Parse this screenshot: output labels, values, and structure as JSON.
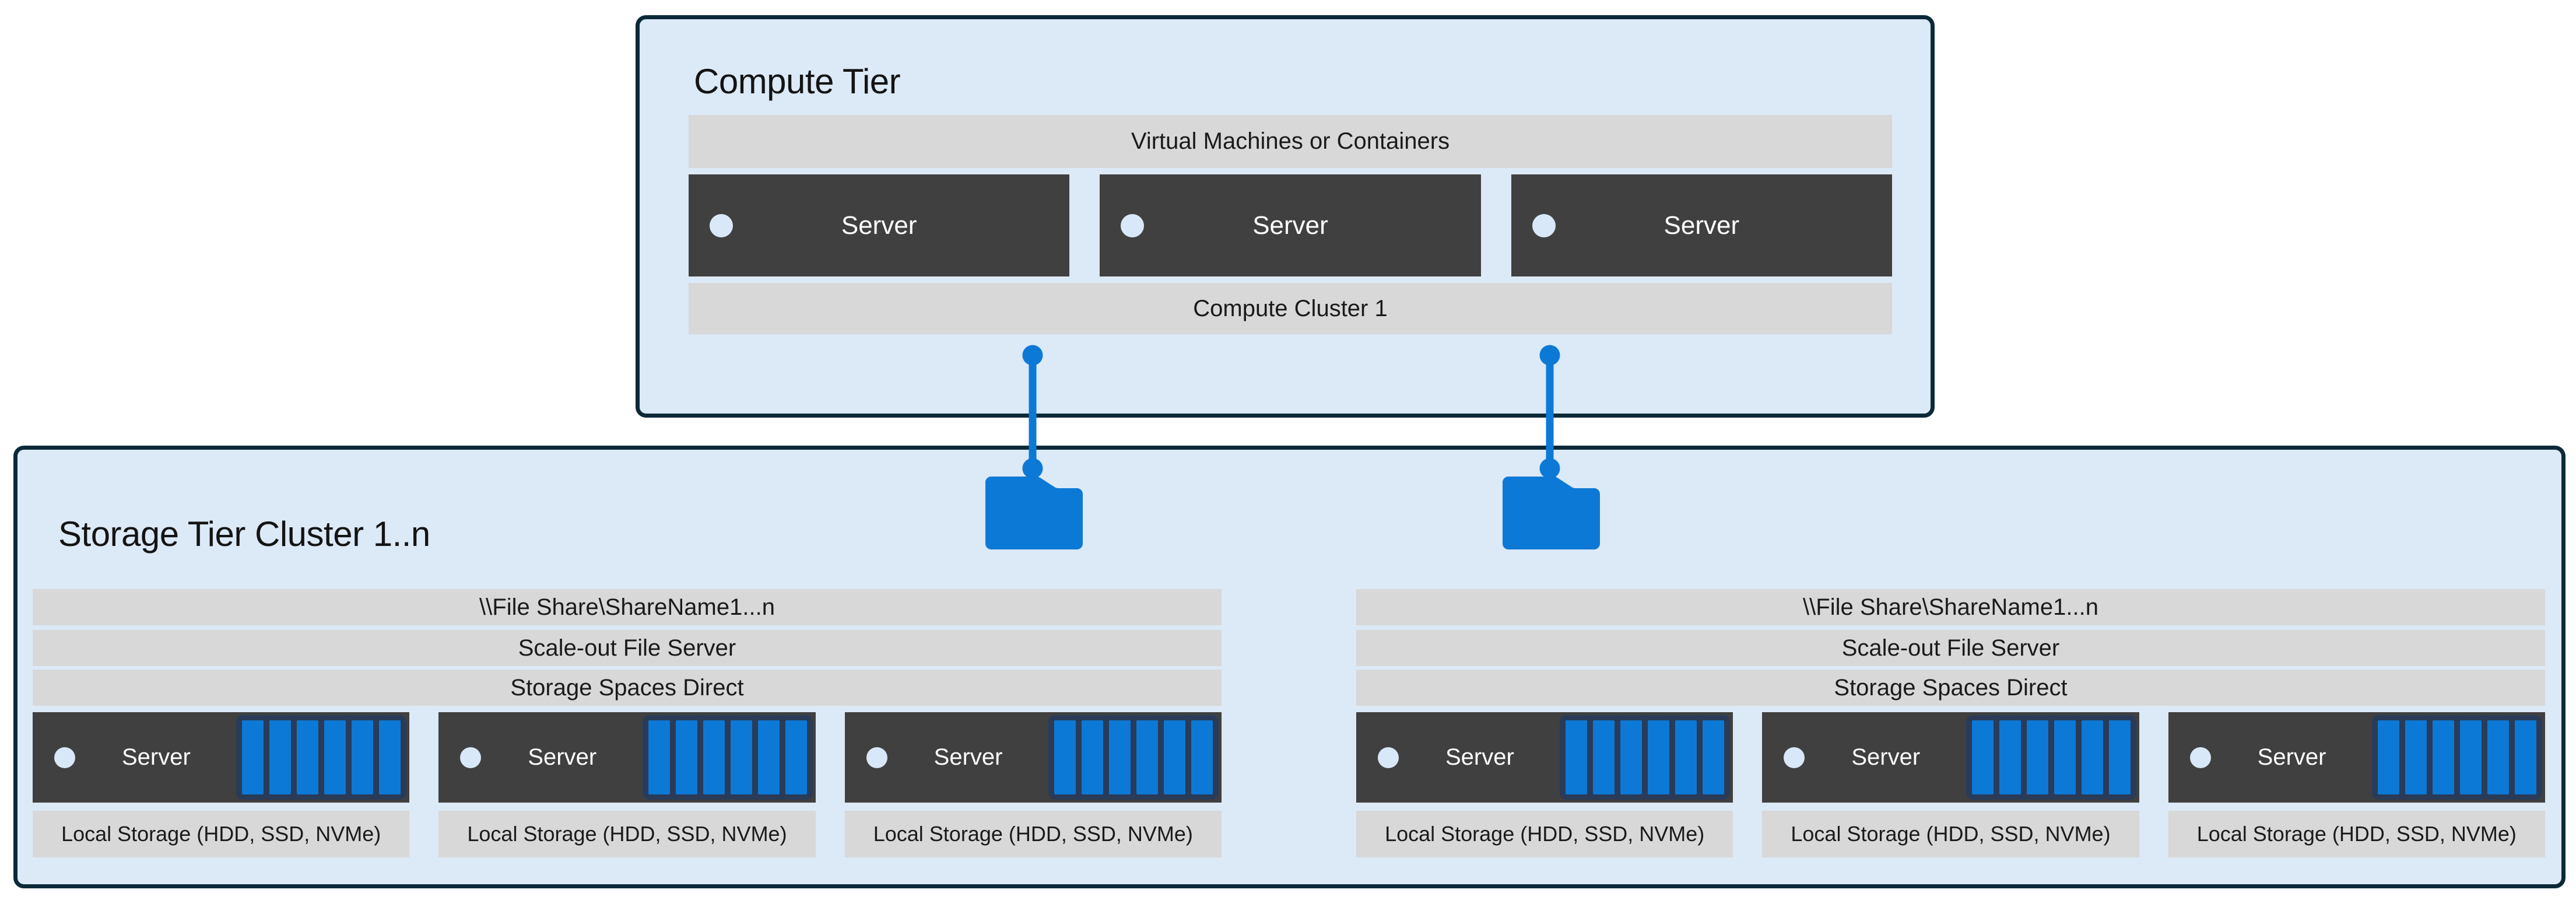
{
  "diagram": {
    "type": "architecture-diagram",
    "description": "Compute tier connected to storage tier clusters over SMB file shares"
  },
  "colors": {
    "canvas_bg": "#ffffff",
    "tier_bg": "#dce9f7",
    "tier_border": "#0c2938",
    "bar_bg": "#d8d8d8",
    "bar_text": "#1a1a1a",
    "server_box_bg": "#404040",
    "server_text": "#ffffff",
    "server_dot": "#d9e8f8",
    "accent_blue": "#0d79d6",
    "disk_tray_bg": "#293b58"
  },
  "compute_tier": {
    "title": "Compute Tier",
    "vm_bar_label": "Virtual Machines or Containers",
    "servers": [
      "Server",
      "Server",
      "Server"
    ],
    "cluster_bar_label": "Compute Cluster 1"
  },
  "storage_tier": {
    "title": "Storage Tier Cluster 1..n",
    "groups": [
      {
        "file_share_label": "\\\\File Share\\ShareName1...n",
        "sofs_label": "Scale-out File Server",
        "s2d_label": "Storage Spaces Direct",
        "servers": [
          "Server",
          "Server",
          "Server"
        ],
        "local_storage_labels": [
          "Local Storage (HDD, SSD, NVMe)",
          "Local Storage (HDD, SSD, NVMe)",
          "Local Storage (HDD, SSD, NVMe)"
        ]
      },
      {
        "file_share_label": "\\\\File Share\\ShareName1...n",
        "sofs_label": "Scale-out File Server",
        "s2d_label": "Storage Spaces Direct",
        "servers": [
          "Server",
          "Server",
          "Server"
        ],
        "local_storage_labels": [
          "Local Storage (HDD, SSD, NVMe)",
          "Local Storage (HDD, SSD, NVMe)",
          "Local Storage (HDD, SSD, NVMe)"
        ]
      }
    ]
  },
  "icons": {
    "server_dot": "server-dot-icon",
    "folder": "folder-icon",
    "disk_array": {
      "name": "disk-array-icon",
      "bars": 6
    }
  },
  "connectors": {
    "count": 2,
    "style": "vertical line with endpoint dots"
  }
}
